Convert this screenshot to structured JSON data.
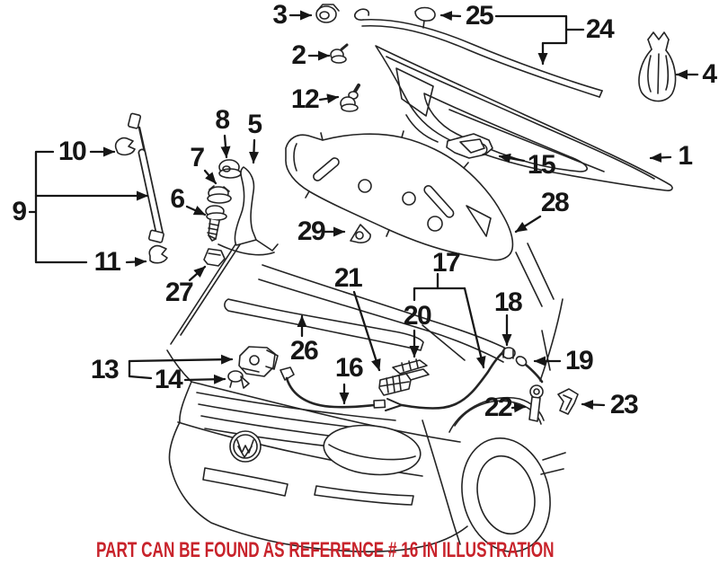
{
  "callouts": [
    "1",
    "2",
    "3",
    "4",
    "5",
    "6",
    "7",
    "8",
    "9",
    "10",
    "11",
    "12",
    "13",
    "14",
    "15",
    "16",
    "17",
    "18",
    "19",
    "20",
    "21",
    "22",
    "23",
    "24",
    "25",
    "26",
    "27",
    "28",
    "29"
  ],
  "caption": {
    "text": "PART CAN BE FOUND AS REFERENCE # 16 IN ILLUSTRATION",
    "color": "#c8232b"
  },
  "colors": {
    "line": "#242424",
    "background": "#ffffff"
  }
}
